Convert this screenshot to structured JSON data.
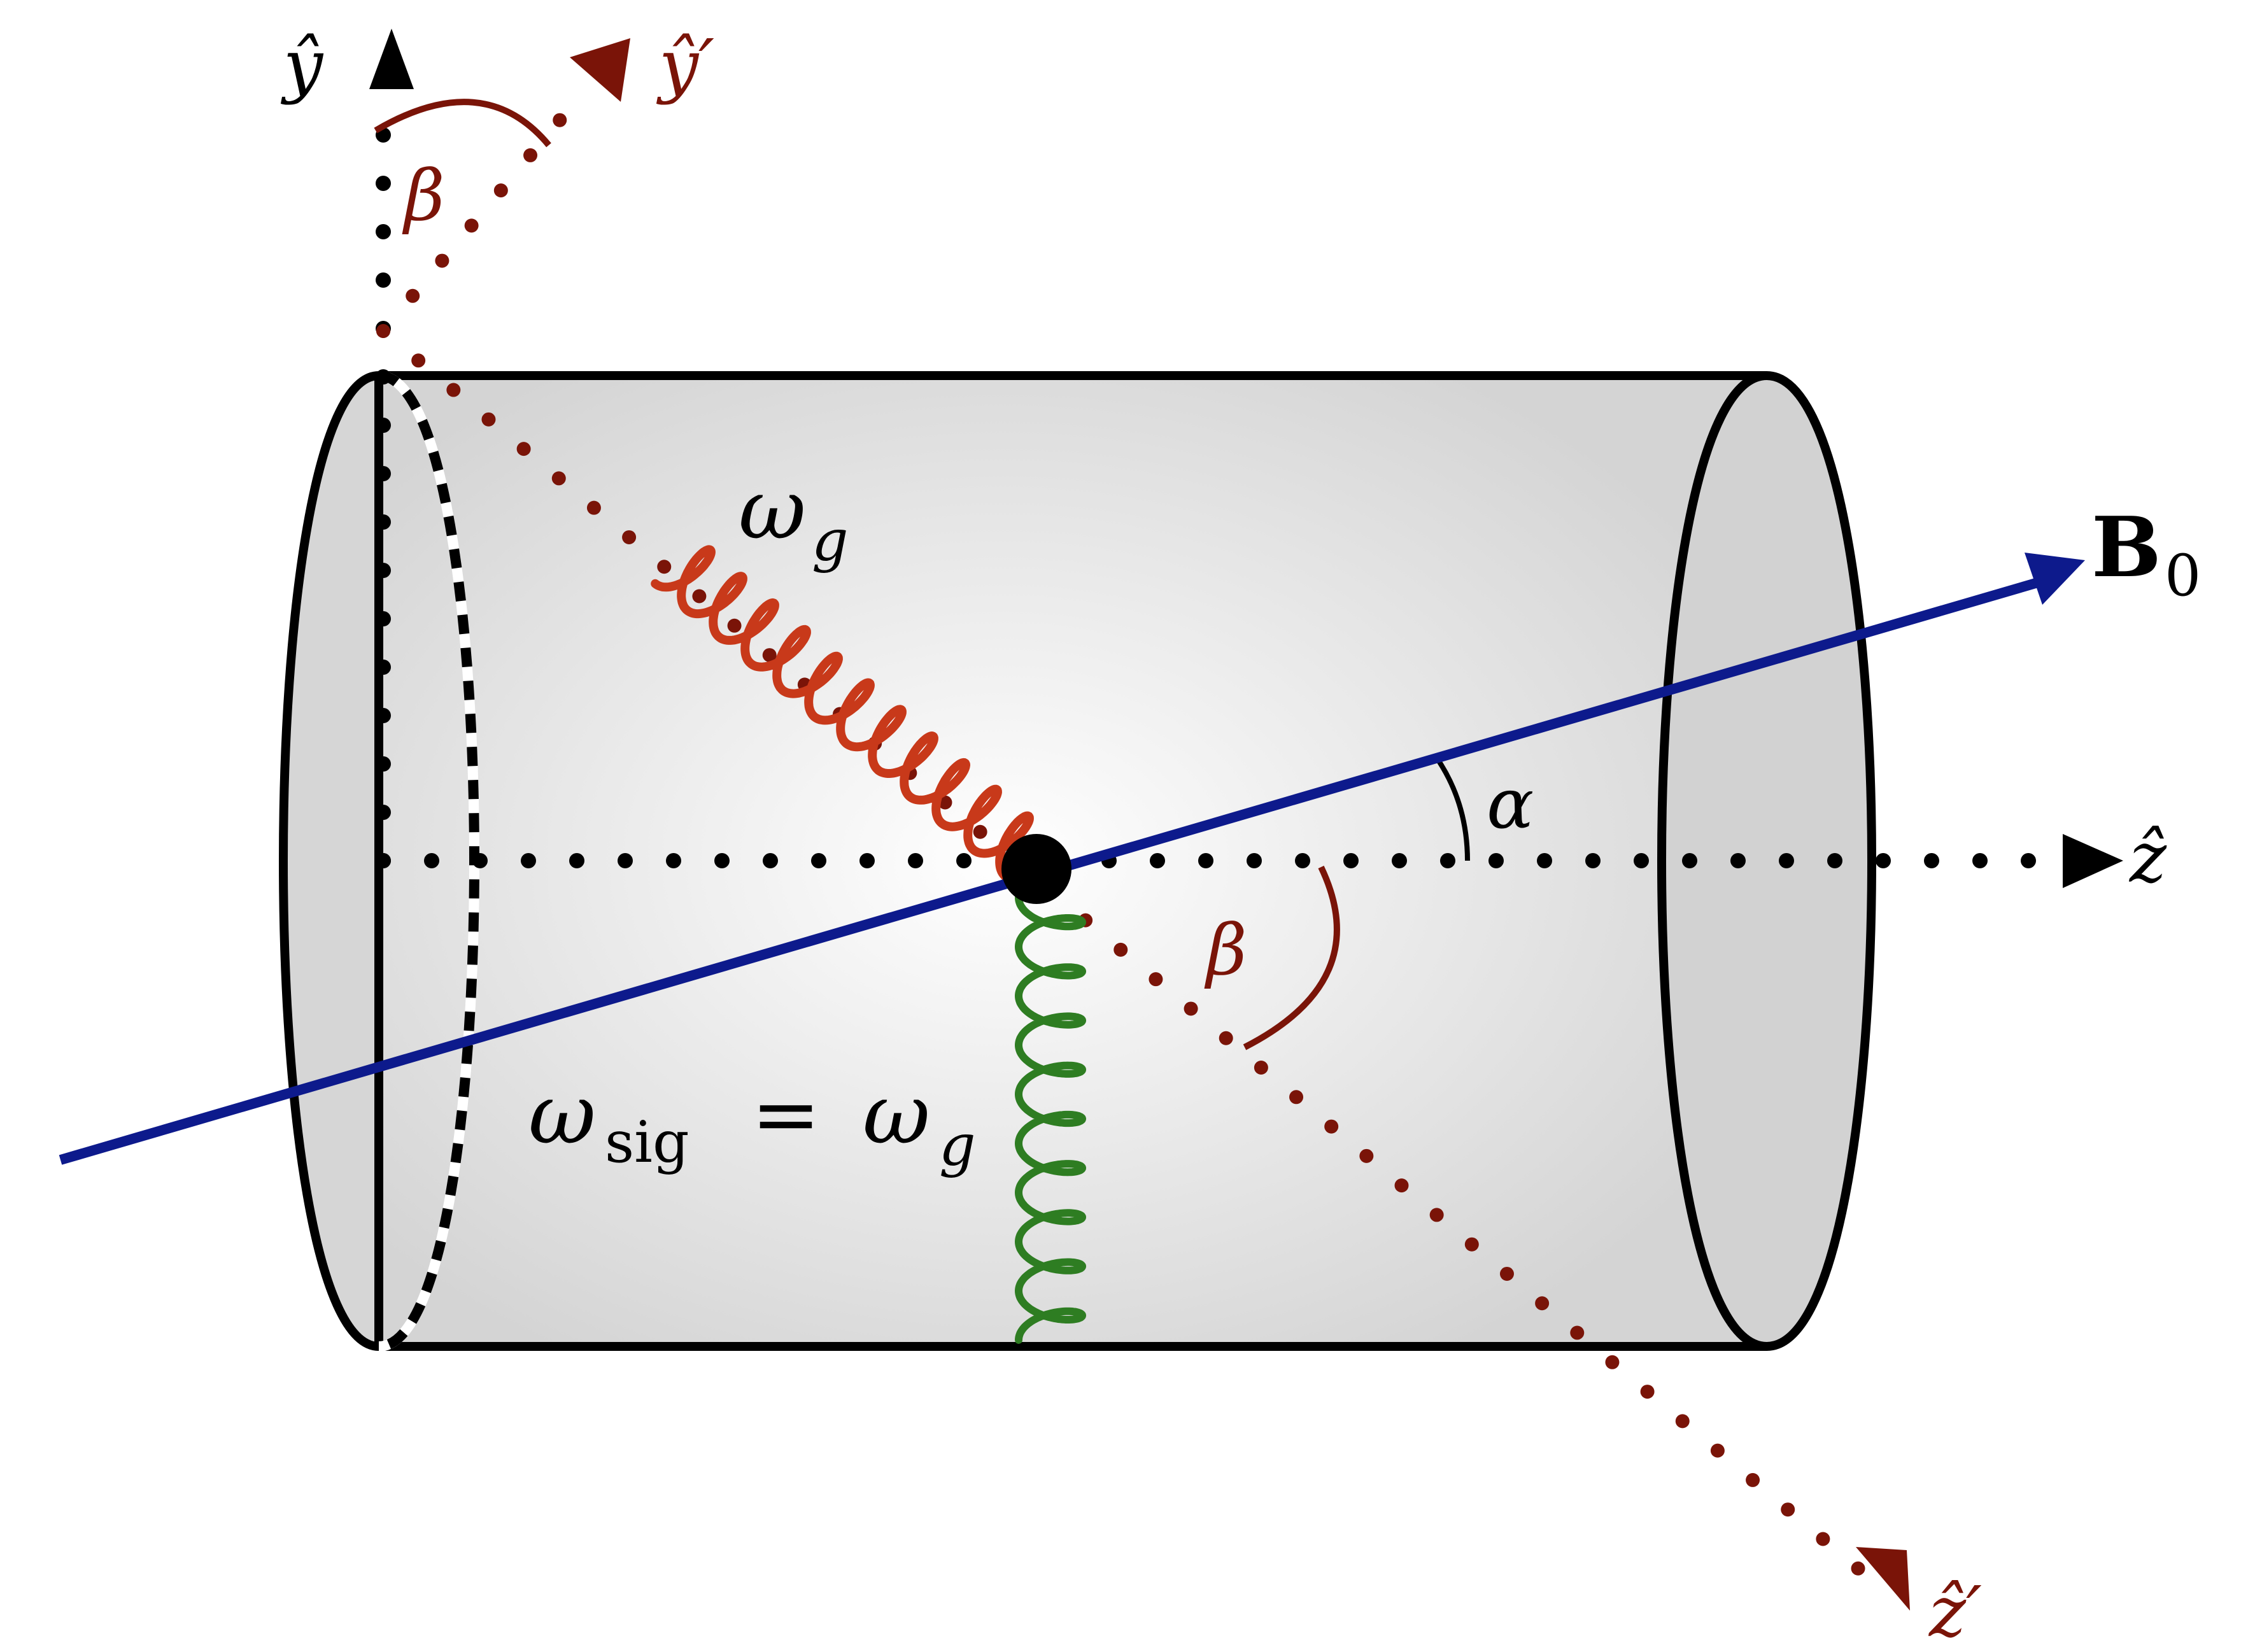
{
  "diagram": {
    "labels": {
      "y_axis": "ŷ",
      "y_prime_axis": "ŷ′",
      "z_axis": "ẑ",
      "z_prime_axis": "ẑ′",
      "field": "B",
      "field_sub": "0",
      "alpha": "α",
      "beta_top": "β",
      "beta_bottom": "β",
      "omega_g": "ω",
      "omega_g_sub": "g",
      "omega_sig": "ω",
      "omega_sig_sub": "sig",
      "equals": "=",
      "omega_rhs": "ω",
      "omega_rhs_sub": "g"
    },
    "colors": {
      "outline": "#000000",
      "cylinder_fill": "#d9d9d9",
      "cylinder_center": "#ffffff",
      "field_line": "#0d1a8c",
      "rotated_axes": "#7a1408",
      "graviton_wave": "#c8391a",
      "graviton_wave_light": "#d8643a",
      "signal_wave": "#2e7d22"
    }
  }
}
